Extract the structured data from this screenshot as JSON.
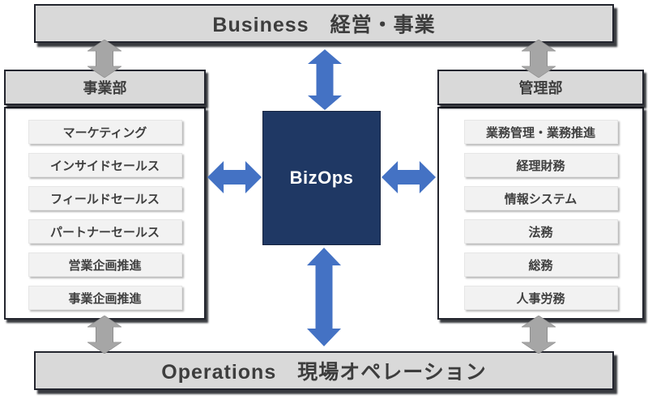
{
  "top_bar": {
    "label": "Business　経営・事業"
  },
  "bottom_bar": {
    "label": "Operations　現場オペレーション"
  },
  "left_panel": {
    "header": "事業部",
    "items": [
      "マーケティング",
      "インサイドセールス",
      "フィールドセールス",
      "パートナーセールス",
      "営業企画推進",
      "事業企画推進"
    ]
  },
  "right_panel": {
    "header": "管理部",
    "items": [
      "業務管理・業務推進",
      "経理財務",
      "情報システム",
      "法務",
      "総務",
      "人事労務"
    ]
  },
  "center": {
    "label": "BizOps"
  },
  "colors": {
    "accent_blue": "#4472C4",
    "center_navy": "#1F3864",
    "bar_gray": "#D9D9D9",
    "item_gray": "#F2F2F2",
    "arrow_gray": "#A6A6A6",
    "text_dark": "#404040"
  }
}
